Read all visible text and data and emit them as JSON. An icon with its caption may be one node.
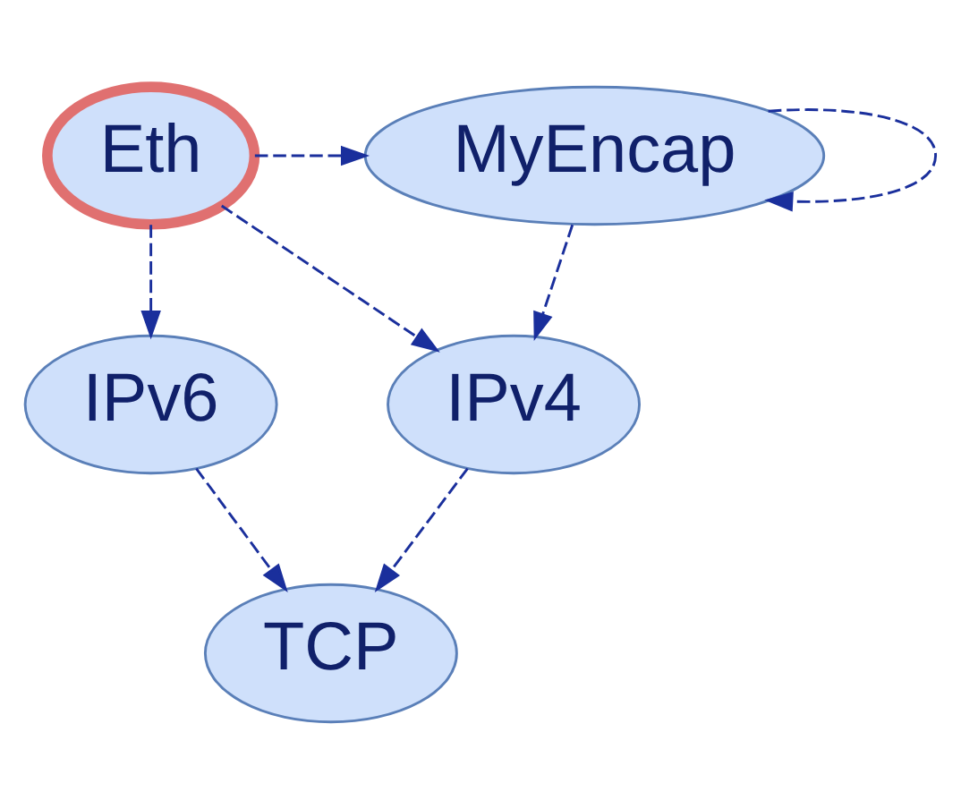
{
  "diagram": {
    "nodes": [
      {
        "text": [
          "Eth"
        ]
      },
      {
        "text": [
          "MyEncap"
        ]
      },
      {
        "text": [
          "IPv4"
        ]
      },
      {
        "text": [
          "IPv6"
        ]
      },
      {
        "text": [
          "TCP"
        ]
      }
    ],
    "edges": [
      {
        "from": 0,
        "to": 1,
        "arrow": "to",
        "style": "dashed"
      },
      {
        "from": 1,
        "to": 1,
        "arrow": "to",
        "style": "dashed"
      },
      {
        "from": 0,
        "to": 2,
        "arrow": "to",
        "style": "dashed"
      },
      {
        "from": 0,
        "to": 3,
        "arrow": "to",
        "style": "dashed"
      },
      {
        "from": 1,
        "to": 2,
        "arrow": "to",
        "style": "dashed"
      },
      {
        "from": 2,
        "to": 4,
        "arrow": "to",
        "style": "dashed"
      },
      {
        "from": 3,
        "to": 4,
        "arrow": "to",
        "style": "dashed"
      }
    ]
  }
}
